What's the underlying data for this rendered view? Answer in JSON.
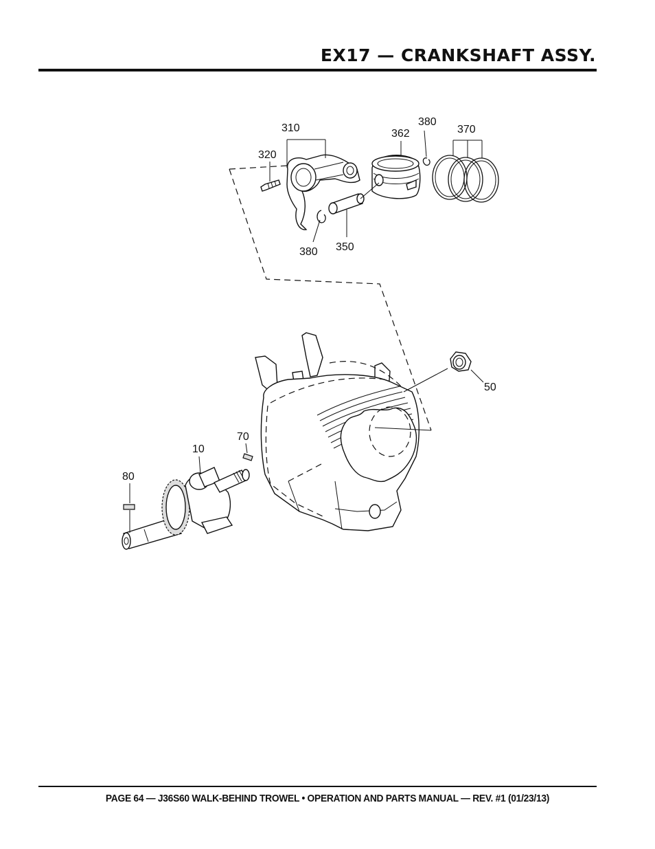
{
  "header": {
    "title": "EX17 — CRANKSHAFT ASSY."
  },
  "diagram": {
    "callouts": {
      "p310": "310",
      "p320": "320",
      "p362": "362",
      "p380_top": "380",
      "p370": "370",
      "p380_bottom": "380",
      "p350": "350",
      "p50": "50",
      "p70": "70",
      "p10": "10",
      "p80": "80"
    }
  },
  "footer": {
    "text": "PAGE 64 — J36S60 WALK-BEHIND TROWEL • OPERATION AND PARTS MANUAL — REV. #1 (01/23/13)"
  }
}
